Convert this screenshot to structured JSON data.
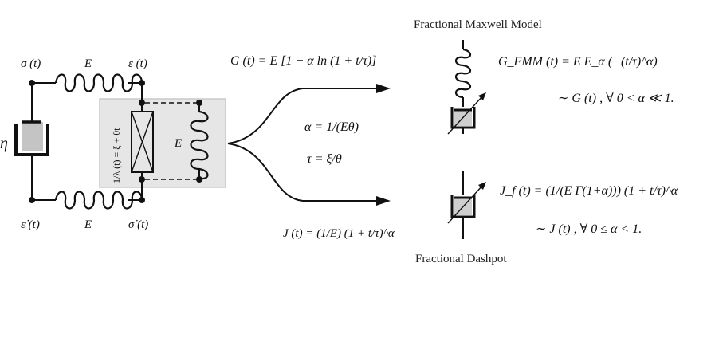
{
  "circuit": {
    "top_left_label": "σ (t)",
    "top_spring_label": "E",
    "top_right_label": "ε (t)",
    "left_dashpot_label": "η",
    "bottom_left_label": "ε̇ (t)",
    "bottom_spring_label": "E",
    "bottom_right_label": "σ̇ (t)",
    "inner_spring_label": "E",
    "vertical_relation": "1/λ (t) = ξ + θt"
  },
  "relaxation": {
    "equation": "G (t) = E [1 − α ln (1 + t/τ)]"
  },
  "creep": {
    "equation": "J (t) = (1/E) (1 + t/τ)^α"
  },
  "parameters": {
    "alpha": "α = 1/(Eθ)",
    "tau": "τ = ξ/θ"
  },
  "maxwell": {
    "title": "Fractional Maxwell Model",
    "equation": "G_FMM (t) = E E_α (−(t/τ)^α)",
    "approx": "∼ G (t) ,  ∀ 0 < α ≪ 1."
  },
  "dashpot": {
    "title": "Fractional Dashpot",
    "equation": "J_f (t) = (1/(E Γ(1+α))) (1 + t/τ)^α",
    "approx": "∼ J (t) ,  ∀ 0 ≤ α < 1."
  }
}
